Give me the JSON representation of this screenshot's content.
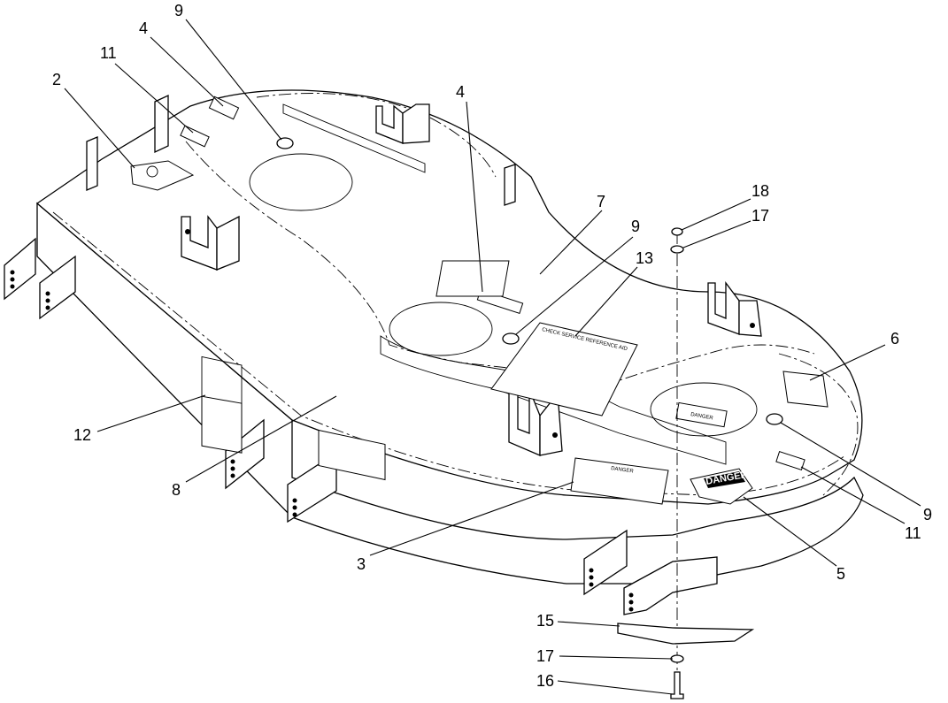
{
  "callouts": [
    {
      "id": "c9a",
      "label": "9"
    },
    {
      "id": "c4a",
      "label": "4"
    },
    {
      "id": "c11a",
      "label": "11"
    },
    {
      "id": "c2",
      "label": "2"
    },
    {
      "id": "c4b",
      "label": "4"
    },
    {
      "id": "c7",
      "label": "7"
    },
    {
      "id": "c9b",
      "label": "9"
    },
    {
      "id": "c13",
      "label": "13"
    },
    {
      "id": "c18",
      "label": "18"
    },
    {
      "id": "c17a",
      "label": "17"
    },
    {
      "id": "c6",
      "label": "6"
    },
    {
      "id": "c12",
      "label": "12"
    },
    {
      "id": "c8",
      "label": "8"
    },
    {
      "id": "c3",
      "label": "3"
    },
    {
      "id": "c5",
      "label": "5"
    },
    {
      "id": "c9c",
      "label": "9"
    },
    {
      "id": "c11b",
      "label": "11"
    },
    {
      "id": "c15",
      "label": "15"
    },
    {
      "id": "c17b",
      "label": "17"
    },
    {
      "id": "c16",
      "label": "16"
    }
  ],
  "decals": {
    "danger_sign": "DANGER",
    "service_reference": "CHECK SERVICE REFERENCE AID",
    "danger_label": "DANGER"
  }
}
